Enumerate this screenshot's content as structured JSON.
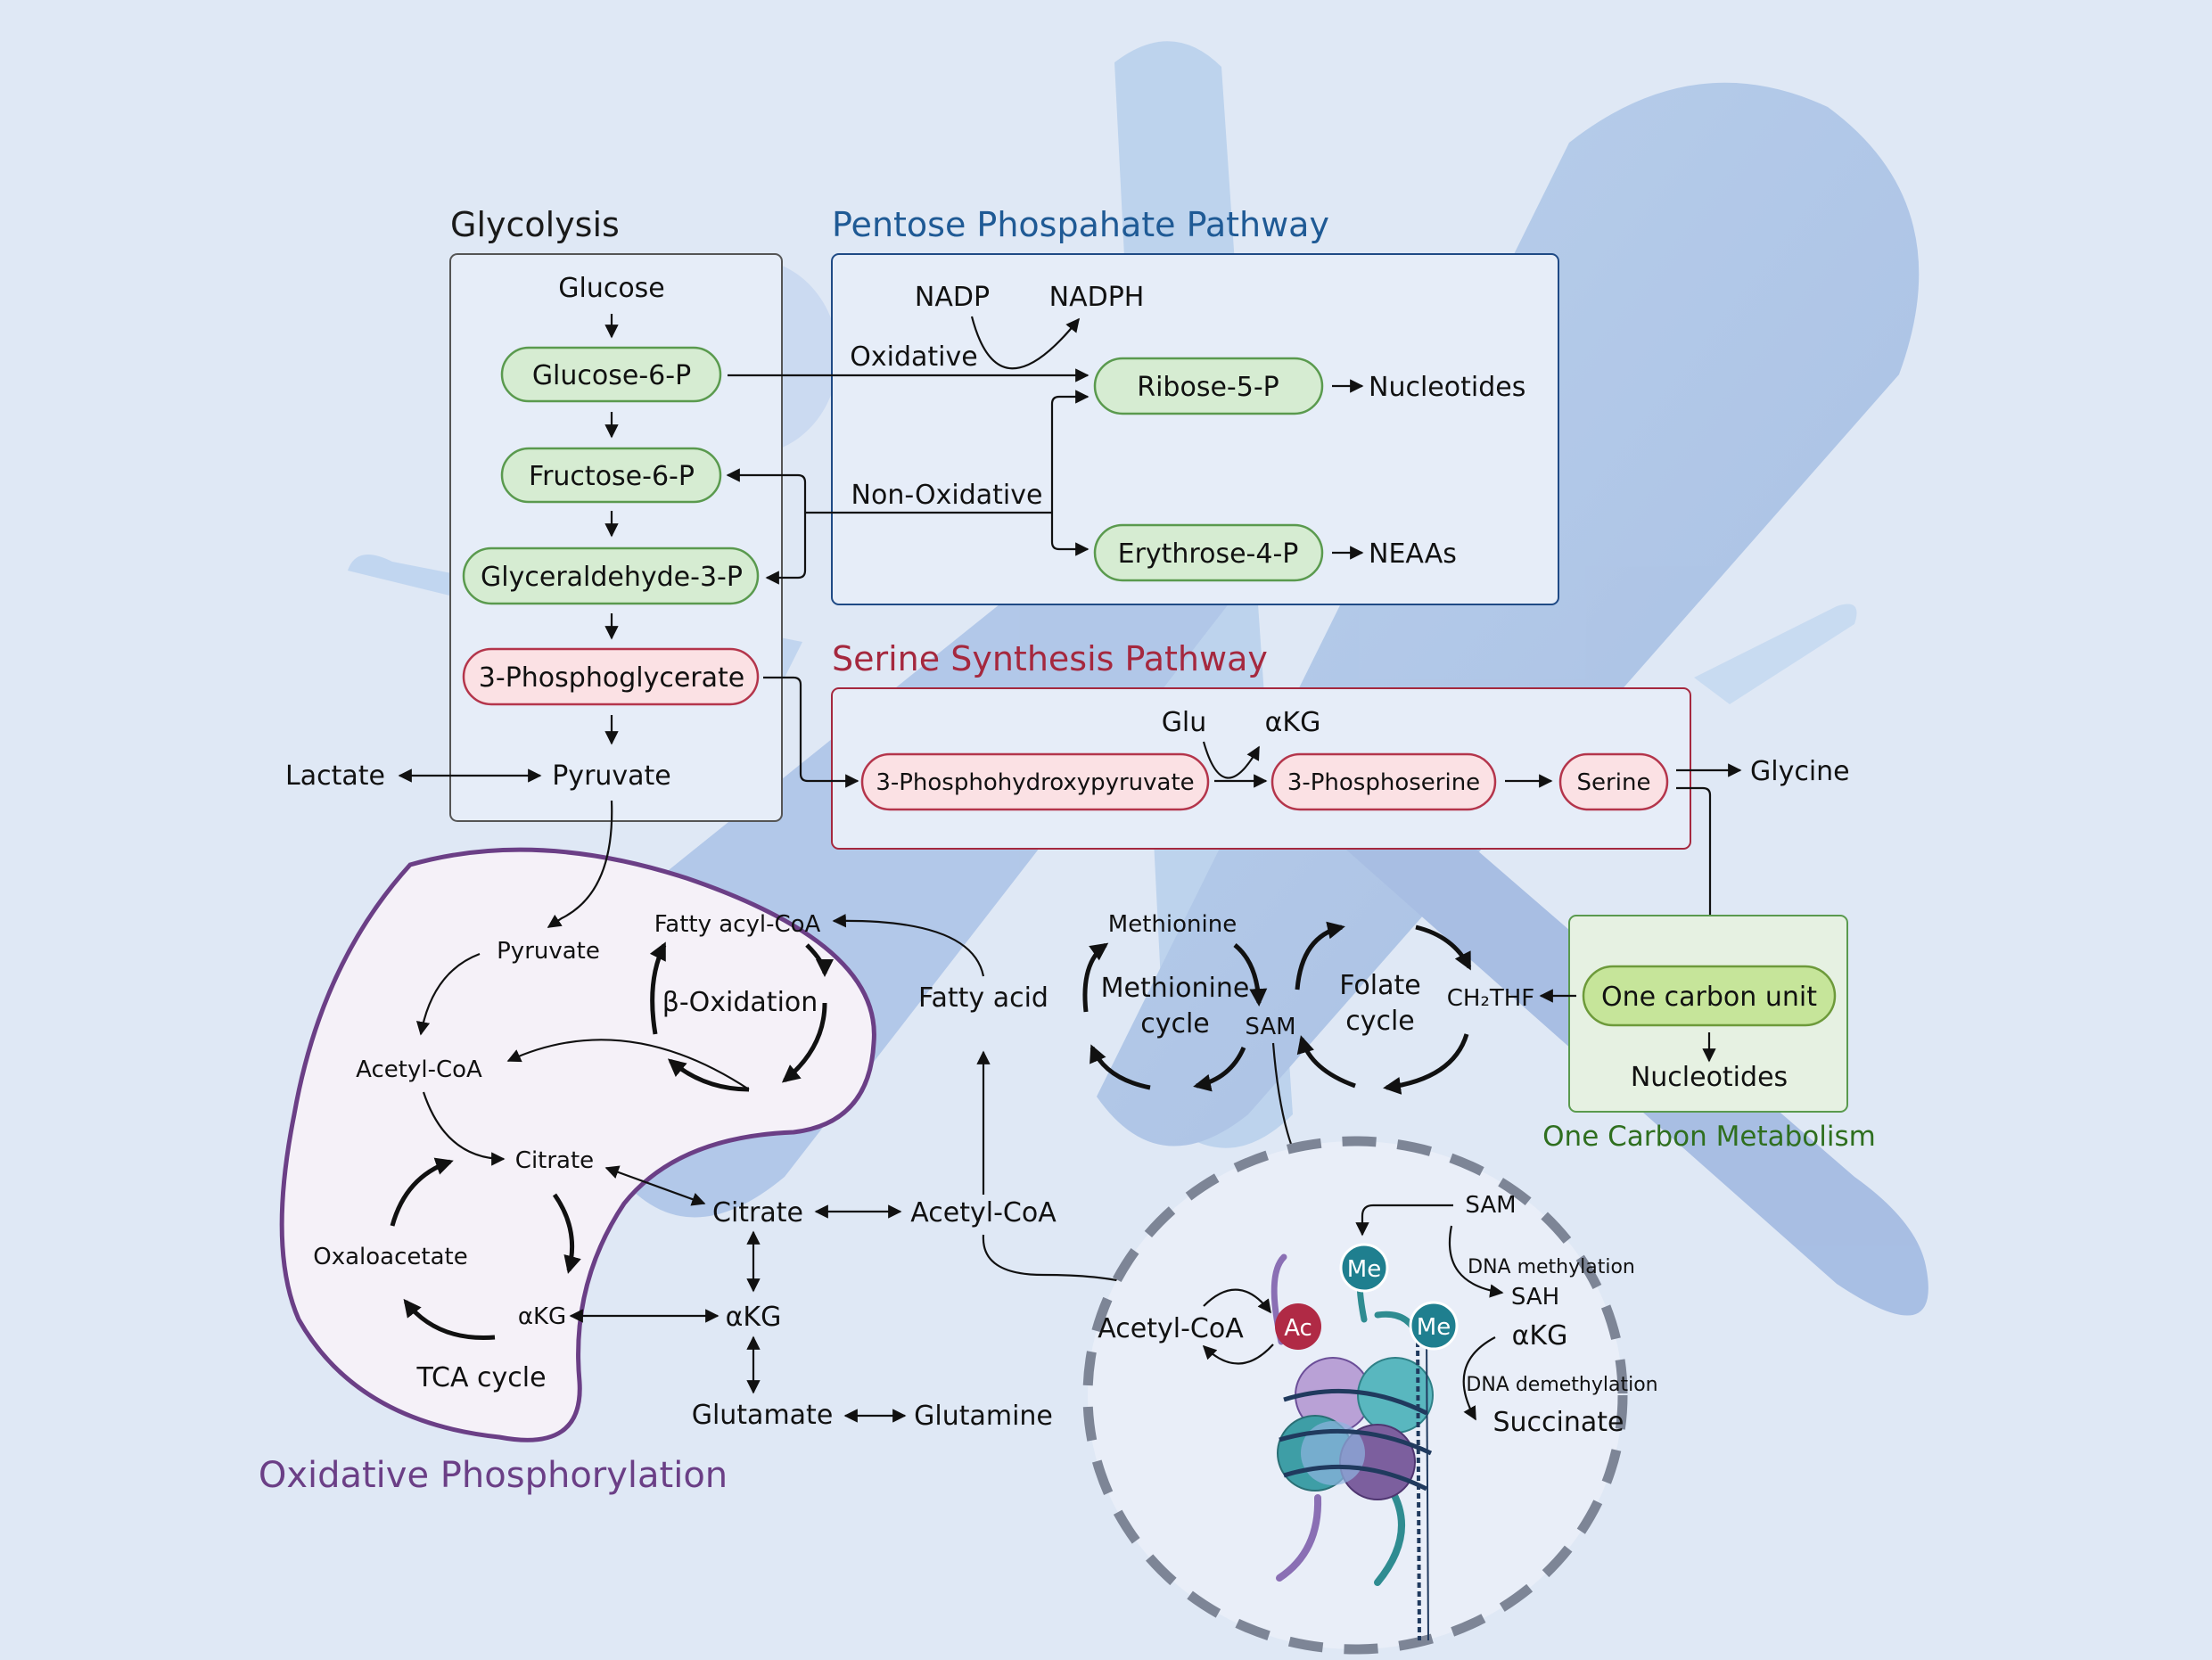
{
  "sections": {
    "glycolysis": "Glycolysis",
    "ppp": "Pentose Phospahate Pathway",
    "serine": "Serine Synthesis Pathway",
    "oxphos": "Oxidative Phosphorylation",
    "one_carbon": "One Carbon Metabolism"
  },
  "glycolysis": {
    "glucose": "Glucose",
    "g6p": "Glucose-6-P",
    "f6p": "Fructose-6-P",
    "g3p": "Glyceraldehyde-3-P",
    "pg3": "3-Phosphoglycerate",
    "pyruvate": "Pyruvate",
    "lactate": "Lactate"
  },
  "ppp": {
    "nadp": "NADP",
    "nadph": "NADPH",
    "oxidative": "Oxidative",
    "non_oxidative": "Non-Oxidative",
    "r5p": "Ribose-5-P",
    "e4p": "Erythrose-4-P",
    "nucleotides": "Nucleotides",
    "neaas": "NEAAs"
  },
  "serine": {
    "glu": "Glu",
    "akg": "αKG",
    "phph": "3-Phosphohydroxypyruvate",
    "phser": "3-Phosphoserine",
    "serine": "Serine",
    "glycine": "Glycine"
  },
  "one_carbon": {
    "unit": "One carbon unit",
    "nucleotides": "Nucleotides",
    "ch2thf": "CH₂THF",
    "folate": [
      "Folate",
      "cycle"
    ],
    "methionine": "Methionine",
    "methionine_cycle": [
      "Methionine",
      "cycle"
    ],
    "sam": "SAM"
  },
  "mito": {
    "pyruvate": "Pyruvate",
    "fatty_acyl": "Fatty acyl-CoA",
    "beta_ox": "β-Oxidation",
    "acetyl": "Acetyl-CoA",
    "citrate": "Citrate",
    "oxaloacetate": "Oxaloacetate",
    "akg": "αKG",
    "tca": "TCA cycle"
  },
  "cytosol": {
    "fatty_acid": "Fatty acid",
    "citrate": "Citrate",
    "acetyl": "Acetyl-CoA",
    "akg": "αKG",
    "glutamate": "Glutamate",
    "glutamine": "Glutamine"
  },
  "nucleus": {
    "sam": "SAM",
    "dna_meth": "DNA methylation",
    "sah": "SAH",
    "akg": "αKG",
    "dna_demeth": "DNA demethylation",
    "succinate": "Succinate",
    "acetyl": "Acetyl-CoA",
    "ac": "Ac",
    "me1": "Me",
    "me2": "Me"
  },
  "colors": {
    "glycolysis": "#1a1a1a",
    "ppp": "#1f5a95",
    "serine": "#a5283e",
    "oxphos": "#6b3f86",
    "one_carbon": "#2f6f1f"
  }
}
